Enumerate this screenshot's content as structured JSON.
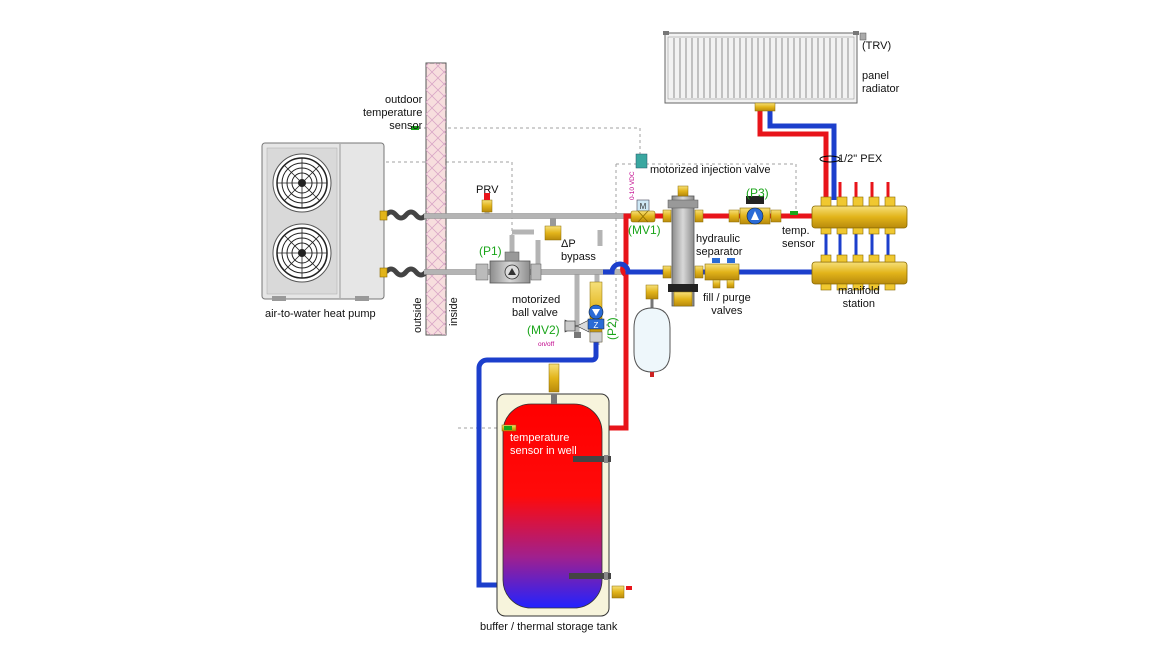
{
  "labels": {
    "trv": "(TRV)",
    "panel_radiator": "panel\nradiator",
    "outdoor_temperature_sensor": "outdoor\ntemperature\nsensor",
    "pex": "1/2\" PEX",
    "motorized_injection_valve": "motorized injection valve",
    "control_signal": "0-10 VDC",
    "prv": "PRV",
    "p3": "(P3)",
    "mv1": "(MV1)",
    "hydraulic_separator": "hydraulic\nseparator",
    "temp_sensor": "temp.\nsensor",
    "p1": "(P1)",
    "dp_bypass": "ΔP\nbypass",
    "manifold_station": "manifold\nstation",
    "fill_purge_valves": "fill / purge\nvalves",
    "motorized_ball_valve": "motorized\nball valve",
    "mv2": "(MV2)",
    "on_off": "on/off",
    "p2": "(P2)",
    "outside": "outside",
    "inside": "inside",
    "heat_pump": "air-to-water heat pump",
    "tank_sensor": "temperature\nsensor in well",
    "tank": "buffer / thermal storage tank"
  },
  "colors": {
    "supply_pipe": "#e8141a",
    "return_pipe": "#1c3fcc",
    "gray_pipe": "#b4b4b4",
    "brass": "#e9c21a",
    "wall_fill": "#f7dede",
    "wall_hatch": "#d9a7c7",
    "sensor": "#1aa51a",
    "control_wire": "#999999",
    "valve_blue": "#2a6bd6"
  },
  "icons": [
    "fan-icon",
    "pump-icon",
    "valve-icon",
    "radiator-icon",
    "manifold-icon",
    "expansion-tank-icon",
    "sensor-icon",
    "actuator-icon"
  ]
}
